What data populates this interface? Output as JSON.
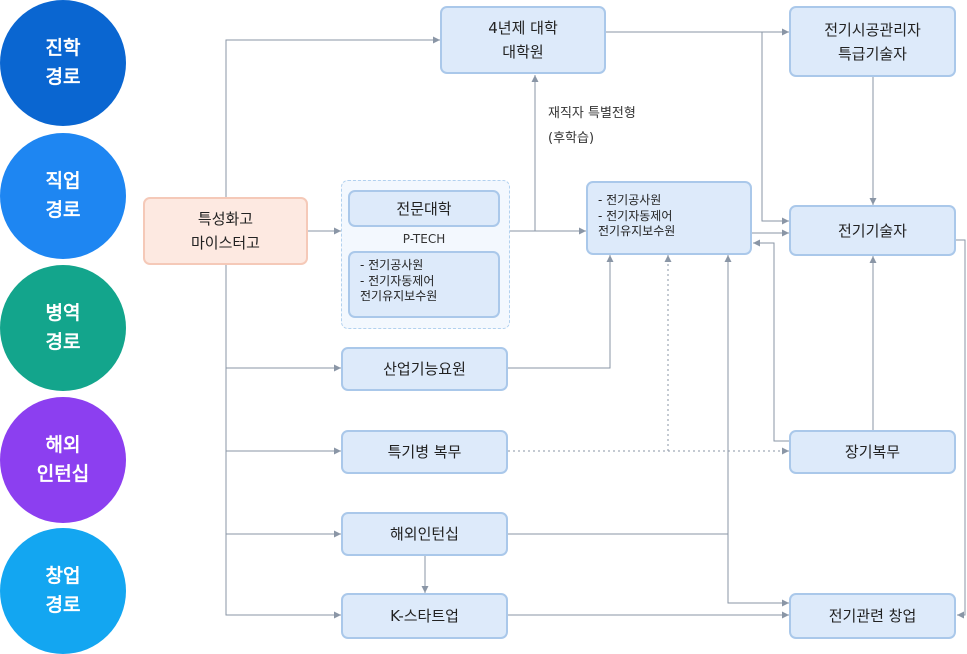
{
  "categories": {
    "advancement": {
      "label": "진학\n경로",
      "color": "#0a66d1"
    },
    "career": {
      "label": "직업\n경로",
      "color": "#1e86f2"
    },
    "military": {
      "label": "병역\n경로",
      "color": "#13a58c"
    },
    "overseas": {
      "label": "해외\n인턴십",
      "color": "#8c3ff0"
    },
    "startup": {
      "label": "창업\n경로",
      "color": "#13a6f1"
    }
  },
  "nodes": {
    "meister_school": "특성화고\n마이스터고",
    "college": "전문대학",
    "ptech_label": "P-TECH",
    "college_jobs": "- 전기공사원\n- 전기자동제어\n   전기유지보수원",
    "university": "4년제 대학\n대학원",
    "jobs": "- 전기공사원\n- 전기자동제어\n   전기유지보수원",
    "master_engineer": "전기시공관리자\n특급기술자",
    "technician": "전기기술자",
    "industrial_agent": "산업기능요원",
    "special_soldier": "특기병 복무",
    "long_term_service": "장기복무",
    "overseas_internship": "해외인턴십",
    "k_startup": "K-스타트업",
    "electric_startup": "전기관련 창업"
  },
  "annotations": {
    "special_admission": "재직자 특별전형\n(후학습)"
  },
  "colors": {
    "box_fill": "#ddeafa",
    "box_border": "#aac8ea",
    "origin_fill": "#fde9e1",
    "origin_border": "#f5c9b8",
    "connector": "#8a96a6"
  }
}
